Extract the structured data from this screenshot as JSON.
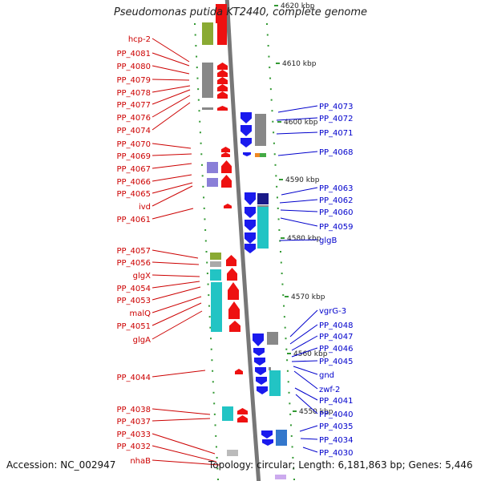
{
  "title": "Pseudomonas putida KT2440, complete genome",
  "footer": {
    "accession": "Accession: NC_002947",
    "topology": "Topology: circular; Length: 6,181,863 bp; Genes: 5,446"
  },
  "colors": {
    "left_label": "#cc0000",
    "right_label": "#0000cc",
    "backbone": "#888888",
    "tick": "#339933",
    "gene_red": "#ee1111",
    "gene_blue": "#1a1aee",
    "gene_cyan": "#22c4c4",
    "gene_gray": "#888888",
    "gene_purple": "#8a7fd8",
    "gene_green": "#8aaa33"
  },
  "kbp_marks": [
    "4620 kbp",
    "4610 kbp",
    "4600 kbp",
    "4590 kbp",
    "4580 kbp",
    "4570 kbp",
    "4560 kbp",
    "4550 kbp"
  ],
  "left_labels": [
    "hcp-2",
    "PP_4081",
    "PP_4080",
    "PP_4079",
    "PP_4078",
    "PP_4077",
    "PP_4076",
    "PP_4074",
    "PP_4070",
    "PP_4069",
    "PP_4067",
    "PP_4066",
    "PP_4065",
    "ivd",
    "PP_4061",
    "PP_4057",
    "PP_4056",
    "glgX",
    "PP_4054",
    "PP_4053",
    "malQ",
    "PP_4051",
    "glgA",
    "PP_4044",
    "PP_4038",
    "PP_4037",
    "PP_4033",
    "PP_4032",
    "nhaB"
  ],
  "right_labels": [
    "PP_4073",
    "PP_4072",
    "PP_4071",
    "PP_4068",
    "PP_4063",
    "PP_4062",
    "PP_4060",
    "PP_4059",
    "glgB",
    "vgrG-3",
    "PP_4048",
    "PP_4047",
    "PP_4046",
    "PP_4045",
    "gnd",
    "zwf-2",
    "PP_4041",
    "PP_4040",
    "PP_4035",
    "PP_4034",
    "PP_4030"
  ]
}
